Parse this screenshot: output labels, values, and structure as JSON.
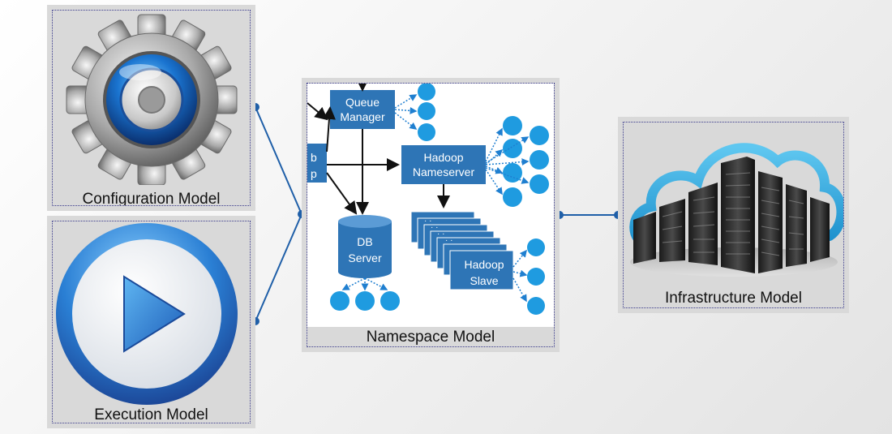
{
  "panels": {
    "configuration": {
      "label": "Configuration Model",
      "icon": "gear-icon"
    },
    "execution": {
      "label": "Execution Model",
      "icon": "play-icon"
    },
    "namespace": {
      "label": "Namespace Model",
      "nodes": {
        "queue_manager": [
          "Queue",
          "Manager"
        ],
        "hadoop_nameserver": [
          "Hadoop",
          "Nameserver"
        ],
        "db_server": [
          "DB",
          "Server"
        ],
        "hadoop_slave": [
          "Hadoop",
          "Slave"
        ],
        "web_app_partial": [
          "b",
          "p"
        ]
      }
    },
    "infrastructure": {
      "label": "Infrastructure Model",
      "icon": "cloud-server-icon"
    }
  },
  "colors": {
    "node_blue": "#2e75b6",
    "circle_blue": "#1f9be0",
    "connector": "#1f5fa8",
    "panel_bg": "#d9d9d9"
  }
}
